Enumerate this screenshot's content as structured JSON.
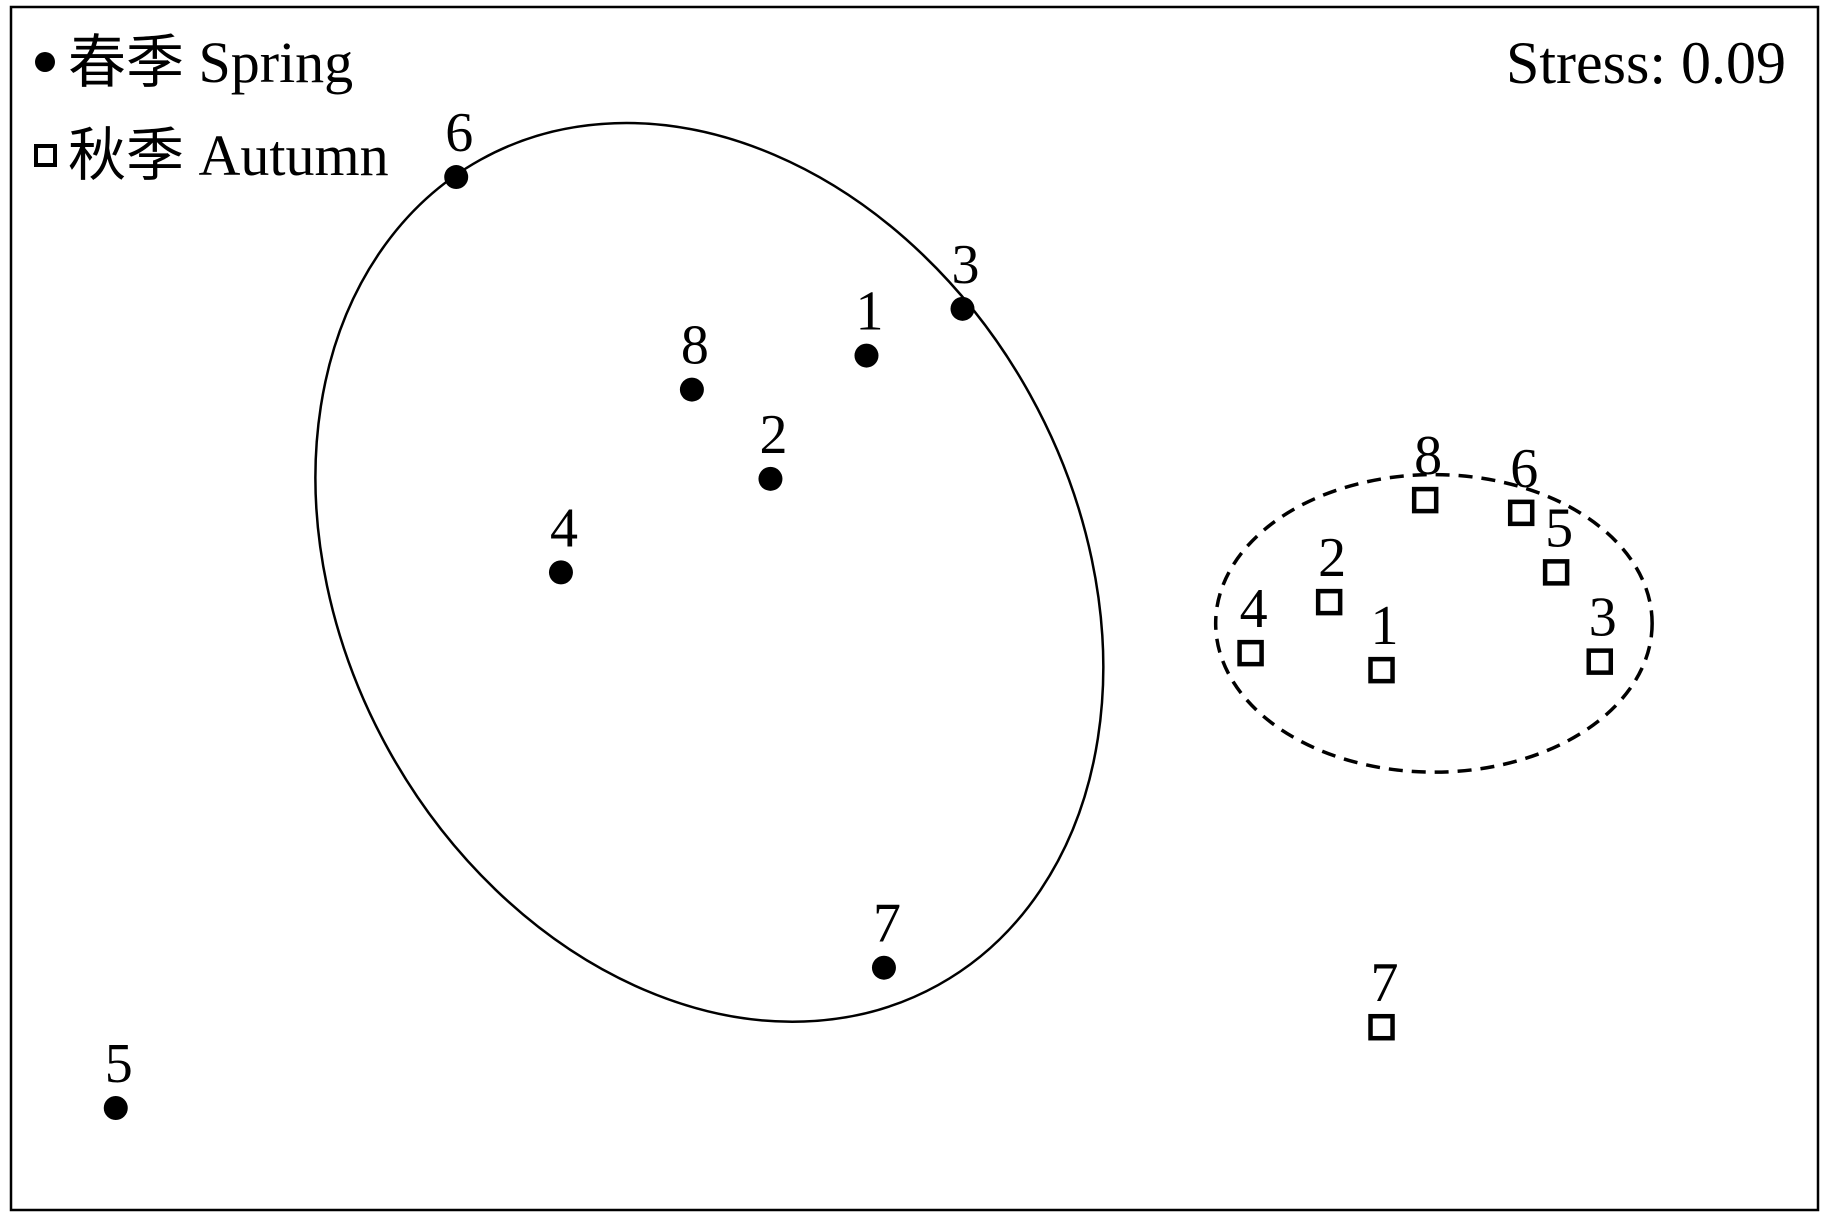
{
  "chart_data": {
    "type": "scatter",
    "stress_label": "Stress: 0.09",
    "legend": [
      {
        "name": "春季 Spring",
        "marker": "filled-circle"
      },
      {
        "name": "秋季 Autumn",
        "marker": "open-square"
      }
    ],
    "series": [
      {
        "name": "春季 Spring",
        "marker": "filled-circle",
        "points": [
          {
            "label": "1",
            "x": 0.05,
            "y": 0.57
          },
          {
            "label": "2",
            "x": -0.06,
            "y": 0.28
          },
          {
            "label": "3",
            "x": 0.16,
            "y": 0.68
          },
          {
            "label": "4",
            "x": -0.3,
            "y": 0.06
          },
          {
            "label": "5",
            "x": -0.81,
            "y": -1.2
          },
          {
            "label": "6",
            "x": -0.42,
            "y": 0.99
          },
          {
            "label": "7",
            "x": 0.07,
            "y": -0.87
          },
          {
            "label": "8",
            "x": -0.15,
            "y": 0.49
          }
        ]
      },
      {
        "name": "秋季 Autumn",
        "marker": "open-square",
        "points": [
          {
            "label": "1",
            "x": 0.64,
            "y": -0.17
          },
          {
            "label": "2",
            "x": 0.58,
            "y": -0.01
          },
          {
            "label": "3",
            "x": 0.89,
            "y": -0.15
          },
          {
            "label": "4",
            "x": 0.49,
            "y": -0.13
          },
          {
            "label": "5",
            "x": 0.84,
            "y": 0.06
          },
          {
            "label": "6",
            "x": 0.8,
            "y": 0.2
          },
          {
            "label": "7",
            "x": 0.64,
            "y": -1.01
          },
          {
            "label": "8",
            "x": 0.69,
            "y": 0.23
          }
        ]
      }
    ],
    "ellipses": [
      {
        "group": "春季 Spring",
        "style": "solid",
        "center": [
          -0.13,
          0.06
        ],
        "rx": 0.42,
        "ry": 1.11,
        "rotation_deg": -29
      },
      {
        "group": "秋季 Autumn",
        "style": "dashed",
        "center": [
          0.7,
          -0.06
        ],
        "rx": 0.25,
        "ry": 0.35,
        "rotation_deg": 0
      }
    ],
    "xlim": [
      -0.93,
      1.14
    ],
    "ylim": [
      -1.44,
      1.39
    ],
    "grid": false,
    "legend_position": "top-left"
  },
  "colors": {
    "marker": "#000000",
    "frame": "#000000",
    "background": "#ffffff"
  }
}
